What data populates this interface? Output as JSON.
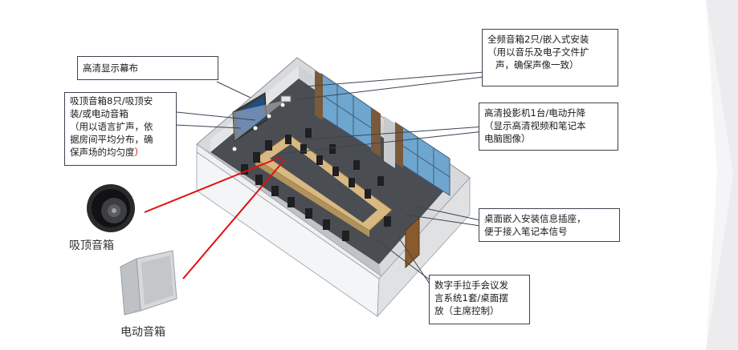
{
  "callouts": {
    "screen": "高清显示幕布",
    "ceiling_speakers": {
      "line1": "吸顶音箱8只/吸顶安",
      "line2": "装/或电动音箱",
      "line3": "（用以语言扩声，依",
      "line4": "据房间平均分布，确",
      "line5": "保声场的均匀度",
      "line5_end": "）"
    },
    "full_range": {
      "line1": "全频音箱2只/嵌入式安装",
      "line2": "（用以音乐及电子文件扩",
      "line3": "声，确保声像一致）"
    },
    "projector": {
      "line1": "高清投影机1台/电动升降",
      "line2": "（显示高清视频和笔记本",
      "line3": "电脑图像）"
    },
    "desk_socket": {
      "line1": "桌面嵌入安装信息插座，",
      "line2": "便于接入笔记本信号"
    },
    "conference": {
      "line1": "数字手拉手会议发",
      "line2": "言系统1套/桌面摆",
      "line3": "放（主席控制）"
    }
  },
  "captions": {
    "ceiling_speaker": "吸顶音箱",
    "motor_speaker": "电动音箱"
  },
  "colors": {
    "pointer_red": "#e01010",
    "leader_line": "#3c4450",
    "chevron": "#e8e8ea"
  }
}
